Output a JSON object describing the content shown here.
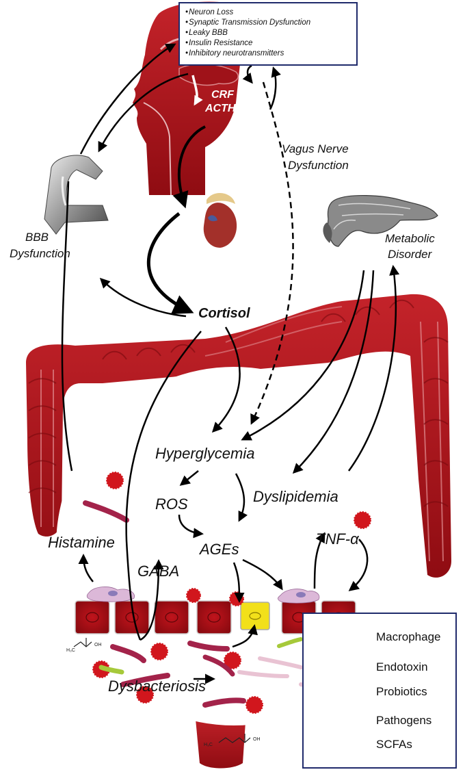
{
  "symptoms": [
    "Neuron Loss",
    "Synaptic Transmission Dysfunction",
    "Leaky BBB",
    "Insulin Resistance",
    "Inhibitory neurotransmitters"
  ],
  "labels": {
    "crf": "CRF",
    "acth": "ACTH",
    "vagus_line1": "Vagus Nerve",
    "vagus_line2": "Dysfunction",
    "bbb_line1": "BBB",
    "bbb_line2": "Dysfunction",
    "metabolic_line1": "Metabolic",
    "metabolic_line2": "Disorder",
    "cortisol": "Cortisol",
    "hyperglycemia": "Hyperglycemia",
    "ros": "ROS",
    "dyslipidemia": "Dyslipidemia",
    "histamine": "Histamine",
    "ages": "AGEs",
    "tnf": "TNF-α",
    "gaba": "GABA",
    "dysbacteriosis": "Dysbacteriosis"
  },
  "legend": {
    "macrophage": "Macrophage",
    "endotoxin": "Endotoxin",
    "probiotics": "Probiotics",
    "pathogens": "Pathogens",
    "scfas": "SCFAs"
  },
  "colors": {
    "tissue_red": "#b5141b",
    "tissue_dark": "#7a0a0f",
    "box_border": "#1f2a6b",
    "endotoxin": "#d1161d",
    "probiotic": "#a6c93a",
    "pathogen": "#a3234a",
    "lesion_yellow": "#f2e01a"
  }
}
